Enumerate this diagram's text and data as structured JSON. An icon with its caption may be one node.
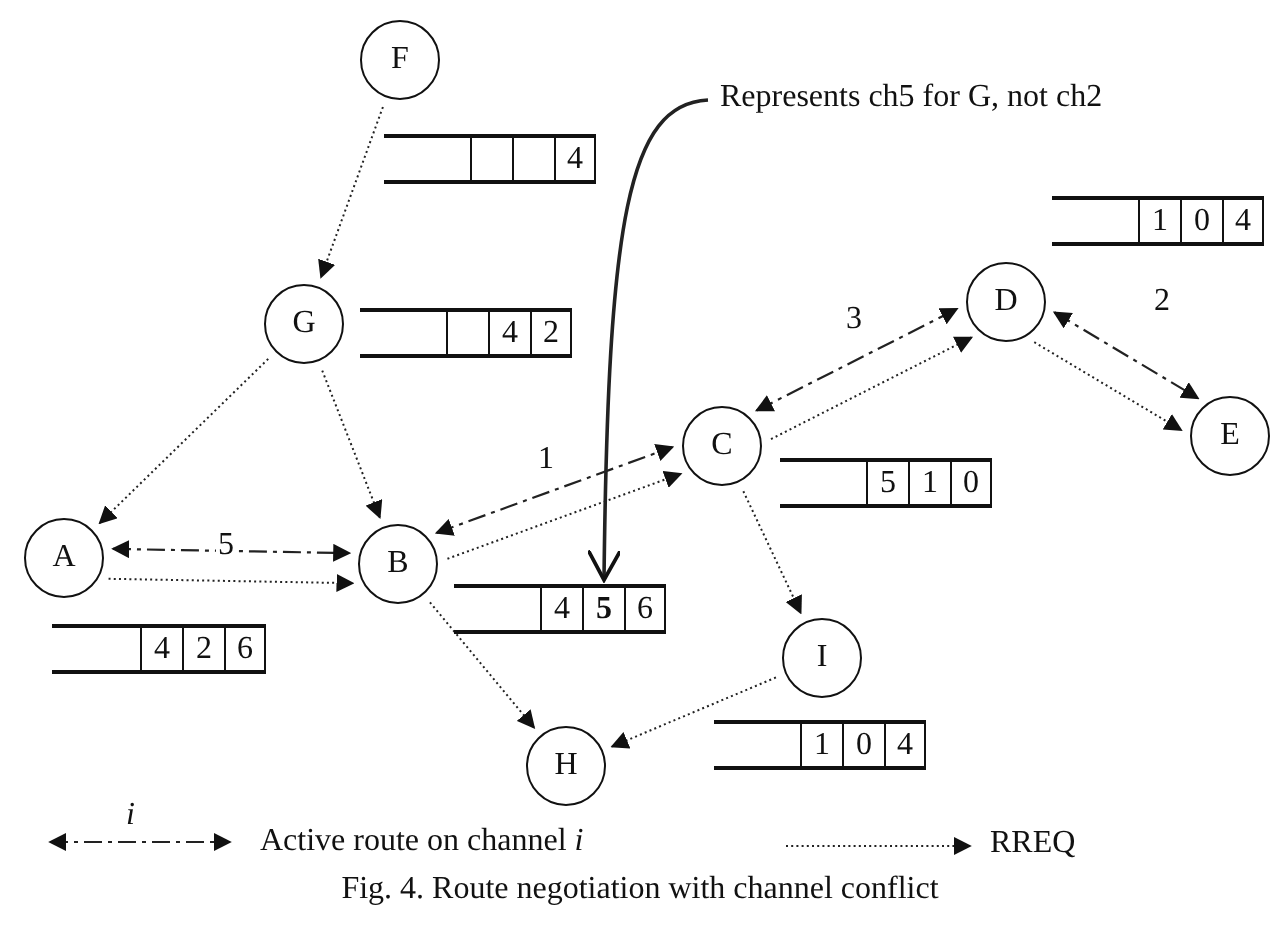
{
  "diagram": {
    "caption": "Fig. 4. Route negotiation with channel conflict",
    "nodes": [
      {
        "text": [
          "F"
        ]
      },
      {
        "text": [
          "4"
        ]
      },
      {
        "text": [
          "Represents ch5 for G, not ch2"
        ]
      },
      {
        "text": [
          "G"
        ]
      },
      {
        "text": [
          "4",
          "2"
        ]
      },
      {
        "text": [
          "1",
          "0",
          "4"
        ]
      },
      {
        "text": [
          "D"
        ]
      },
      {
        "text": [
          "C"
        ]
      },
      {
        "text": [
          "E"
        ]
      },
      {
        "text": [
          "5",
          "1",
          "0"
        ]
      },
      {
        "text": [
          "A"
        ]
      },
      {
        "text": [
          "B"
        ]
      },
      {
        "text": [
          "4",
          "**5**",
          "6"
        ]
      },
      {
        "text": [
          "4",
          "2",
          "6"
        ]
      },
      {
        "text": [
          "I"
        ]
      },
      {
        "text": [
          "1",
          "0",
          "4"
        ]
      },
      {
        "text": [
          "H"
        ]
      }
    ],
    "edges": [
      {
        "from": 0,
        "to": 3,
        "arrow": "to",
        "style": "dashed"
      },
      {
        "from": 3,
        "to": 10,
        "arrow": "to",
        "style": "dashed"
      },
      {
        "from": 3,
        "to": 11,
        "arrow": "to",
        "style": "dashed"
      },
      {
        "from": 10,
        "to": 11,
        "arrow": "both",
        "label": "5",
        "style": "dashed"
      },
      {
        "from": 10,
        "to": 11,
        "arrow": "to",
        "style": "dashed"
      },
      {
        "from": 11,
        "to": 7,
        "arrow": "both",
        "label": "1",
        "style": "dashed"
      },
      {
        "from": 11,
        "to": 7,
        "arrow": "to",
        "style": "dashed"
      },
      {
        "from": 7,
        "to": 6,
        "arrow": "both",
        "label": "3",
        "style": "dashed"
      },
      {
        "from": 7,
        "to": 6,
        "arrow": "to",
        "style": "dashed"
      },
      {
        "from": 6,
        "to": 8,
        "arrow": "both",
        "label": "2",
        "style": "dashed"
      },
      {
        "from": 6,
        "to": 8,
        "arrow": "to",
        "style": "dashed"
      },
      {
        "from": 7,
        "to": 14,
        "arrow": "to",
        "style": "dashed"
      },
      {
        "from": 11,
        "to": 16,
        "arrow": "to",
        "style": "dashed"
      },
      {
        "from": 14,
        "to": 16,
        "arrow": "to",
        "style": "dashed"
      },
      {
        "from": 2,
        "to": 12,
        "arrow": "to"
      }
    ],
    "labels": [
      "i"
    ],
    "legend": [
      {
        "text": "Active route on channel *i*"
      },
      {
        "text": "RREQ"
      }
    ]
  }
}
